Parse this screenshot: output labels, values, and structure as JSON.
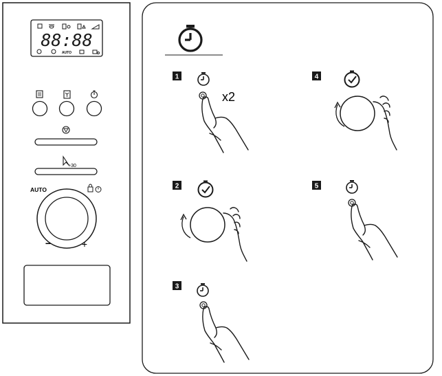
{
  "control_panel": {
    "display": {
      "digits": "88:88",
      "auto_indicator": "AUTO"
    },
    "buttons": [
      {
        "icon": "menu-icon"
      },
      {
        "icon": "defrost-icon"
      },
      {
        "icon": "timer-icon"
      }
    ],
    "bars": [
      {
        "icon": "stop-icon"
      },
      {
        "icon": "start-plus30-icon",
        "label": "+30"
      }
    ],
    "knob": {
      "auto_label": "AUTO",
      "minus_label": "−",
      "plus_label": "+"
    }
  },
  "instructions": {
    "steps": [
      {
        "number": "1",
        "multiplier": "x2"
      },
      {
        "number": "2"
      },
      {
        "number": "3"
      },
      {
        "number": "4"
      },
      {
        "number": "5"
      }
    ]
  }
}
